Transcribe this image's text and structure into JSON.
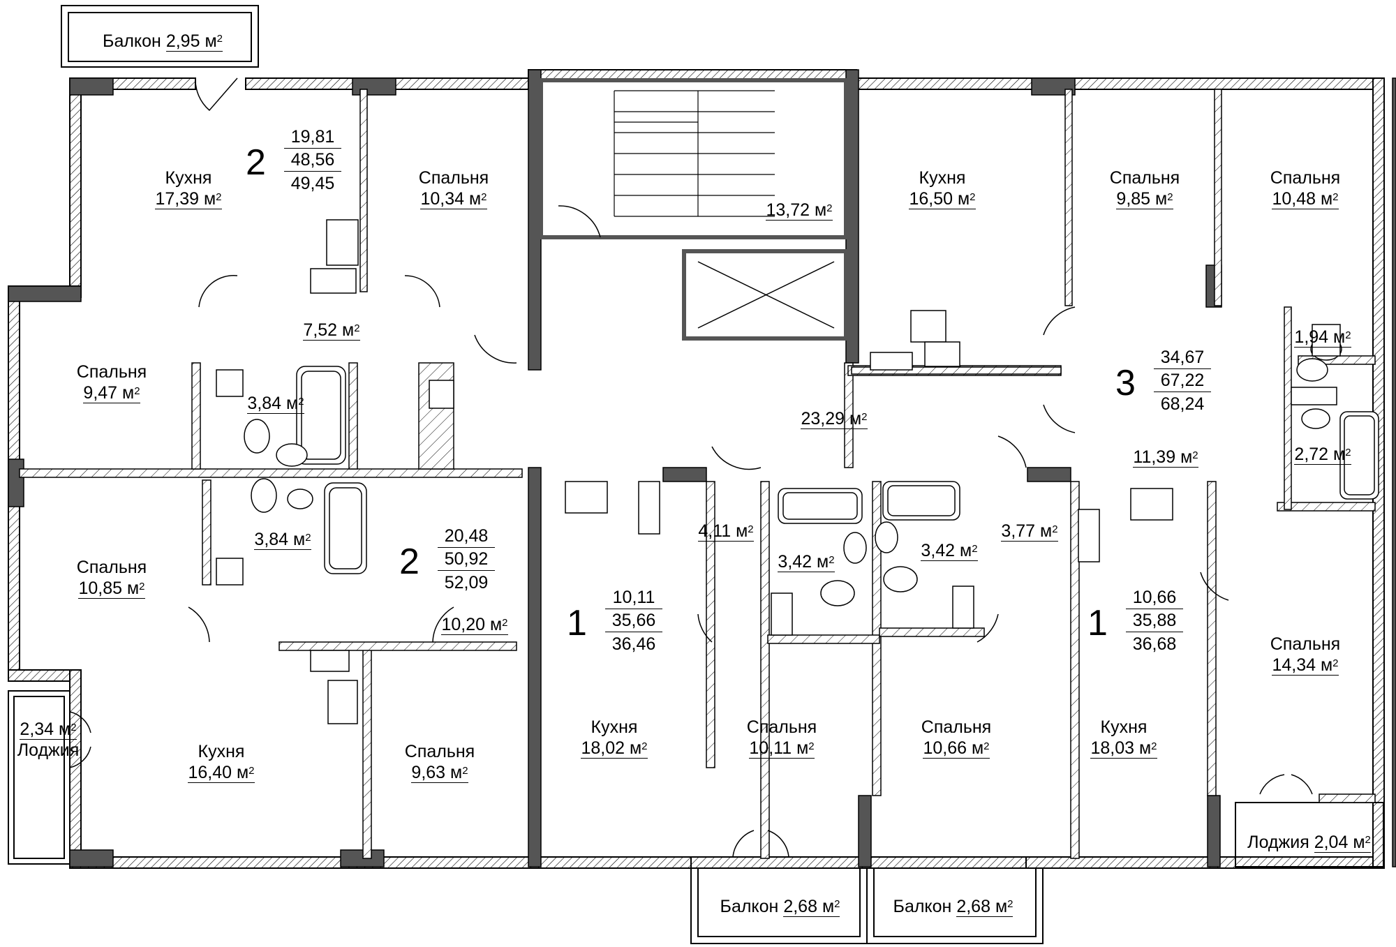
{
  "unit": "м",
  "unit_sup": "2",
  "rooms": [
    {
      "name": "Балкон",
      "area": "2,95"
    },
    {
      "name": "Кухня",
      "area": "17,39"
    },
    {
      "name": "Спальня",
      "area": "10,34"
    },
    {
      "name": "",
      "area": "13,72"
    },
    {
      "name": "Кухня",
      "area": "16,50"
    },
    {
      "name": "Спальня",
      "area": "9,85"
    },
    {
      "name": "Спальня",
      "area": "10,48"
    },
    {
      "name": "",
      "area": "7,52"
    },
    {
      "name": "Спальня",
      "area": "9,47"
    },
    {
      "name": "",
      "area": "3,84"
    },
    {
      "name": "",
      "area": "23,29"
    },
    {
      "name": "",
      "area": "1,94"
    },
    {
      "name": "",
      "area": "2,72"
    },
    {
      "name": "",
      "area": "11,39"
    },
    {
      "name": "Спальня",
      "area": "10,85"
    },
    {
      "name": "",
      "area": "3,84"
    },
    {
      "name": "",
      "area": "10,20"
    },
    {
      "name": "",
      "area": "4,11"
    },
    {
      "name": "",
      "area": "3,42"
    },
    {
      "name": "",
      "area": "3,42"
    },
    {
      "name": "",
      "area": "3,77"
    },
    {
      "name": "Спальня",
      "area": "14,34"
    },
    {
      "name": "Лоджия",
      "area": "2,34"
    },
    {
      "name": "Кухня",
      "area": "16,40"
    },
    {
      "name": "Спальня",
      "area": "9,63"
    },
    {
      "name": "Кухня",
      "area": "18,02"
    },
    {
      "name": "Спальня",
      "area": "10,11"
    },
    {
      "name": "Спальня",
      "area": "10,66"
    },
    {
      "name": "Кухня",
      "area": "18,03"
    },
    {
      "name": "Лоджия",
      "area": "2,04"
    },
    {
      "name": "Балкон",
      "area": "2,68"
    },
    {
      "name": "Балкон",
      "area": "2,68"
    }
  ],
  "apartments": [
    {
      "rooms": "2",
      "living": "19,81",
      "total": "48,56",
      "total_with_balcony": "49,45"
    },
    {
      "rooms": "3",
      "living": "34,67",
      "total": "67,22",
      "total_with_balcony": "68,24"
    },
    {
      "rooms": "2",
      "living": "20,48",
      "total": "50,92",
      "total_with_balcony": "52,09"
    },
    {
      "rooms": "1",
      "living": "10,11",
      "total": "35,66",
      "total_with_balcony": "36,46"
    },
    {
      "rooms": "1",
      "living": "10,66",
      "total": "35,88",
      "total_with_balcony": "36,68"
    }
  ]
}
